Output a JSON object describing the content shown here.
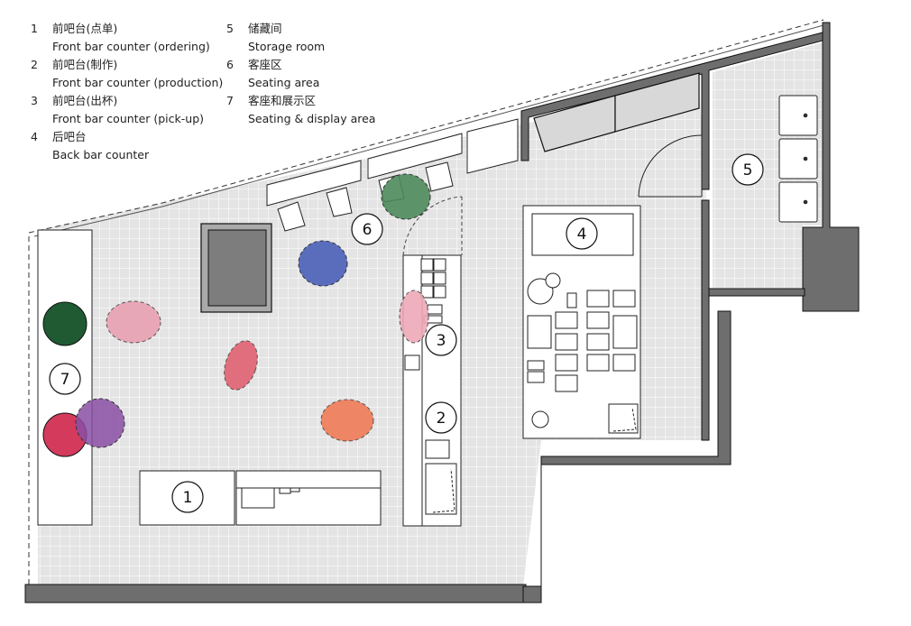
{
  "legend": {
    "items": [
      {
        "num": "1",
        "zh": "前吧台(点单)",
        "en": "Front bar counter (ordering)"
      },
      {
        "num": "2",
        "zh": "前吧台(制作)",
        "en": "Front bar counter (production)"
      },
      {
        "num": "3",
        "zh": "前吧台(出杯)",
        "en": "Front bar counter (pick-up)"
      },
      {
        "num": "4",
        "zh": "后吧台",
        "en": "Back bar counter"
      },
      {
        "num": "5",
        "zh": "储藏间",
        "en": "Storage room"
      },
      {
        "num": "6",
        "zh": "客座区",
        "en": "Seating area"
      },
      {
        "num": "7",
        "zh": "客座和展示区",
        "en": "Seating & display area"
      }
    ]
  },
  "markers": {
    "m1": "1",
    "m2": "2",
    "m3": "3",
    "m4": "4",
    "m5": "5",
    "m6": "6",
    "m7": "7"
  },
  "colors": {
    "wall": "#6f6f6f",
    "floor": "#e6e6e6",
    "grid": "#ffffff",
    "seat_dark_green": "#1f5a32",
    "seat_red": "#d43a5c",
    "seat_purple": "#8a4fa3",
    "seat_pink": "#e8a0b0",
    "seat_rose": "#e06070",
    "seat_blue": "#4a5fb8",
    "seat_green": "#4d8a5a",
    "seat_orange": "#ee7a55",
    "seat_light_pink": "#eea8b8"
  }
}
